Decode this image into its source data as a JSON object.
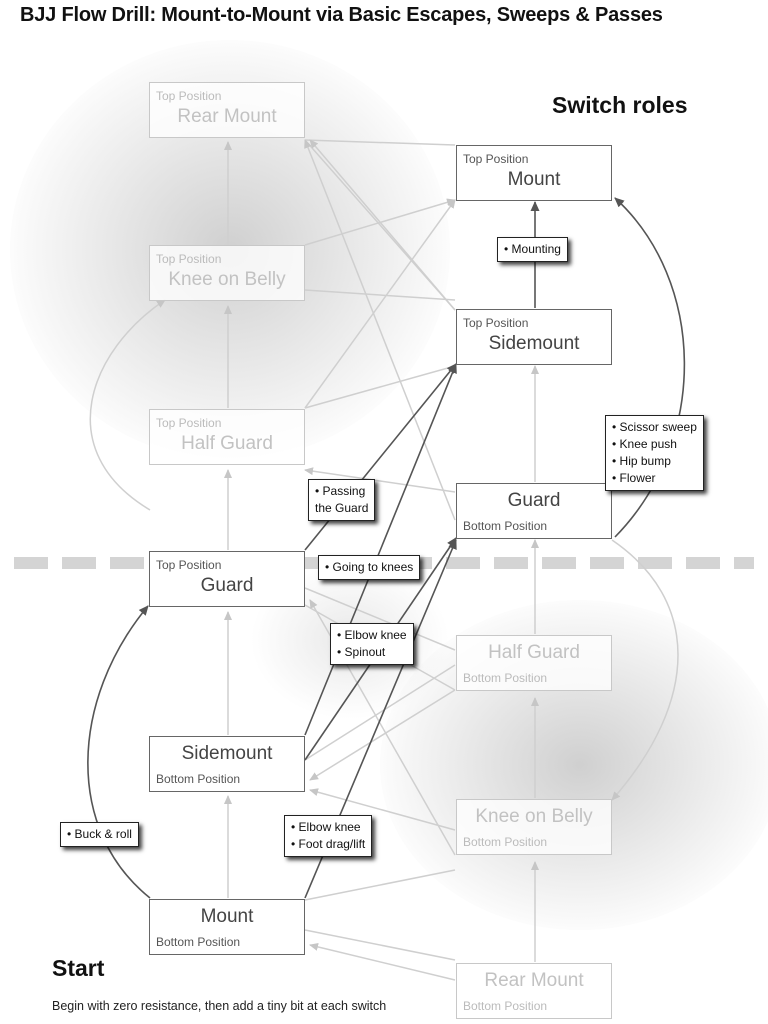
{
  "title": "BJJ Flow Drill: Mount-to-Mount via Basic Escapes, Sweeps & Passes",
  "switch_roles": "Switch roles",
  "start": {
    "heading": "Start",
    "note": "Begin with zero resistance, then add a tiny bit at each switch"
  },
  "positions": {
    "top_rear_mount": {
      "role": "Top Position",
      "name": "Rear Mount"
    },
    "top_knee_on_belly": {
      "role": "Top Position",
      "name": "Knee on Belly"
    },
    "top_half_guard": {
      "role": "Top Position",
      "name": "Half Guard"
    },
    "top_guard": {
      "role": "Top Position",
      "name": "Guard"
    },
    "top_mount": {
      "role": "Top Position",
      "name": "Mount"
    },
    "top_sidemount": {
      "role": "Top Position",
      "name": "Sidemount"
    },
    "bottom_guard": {
      "role": "Bottom Position",
      "name": "Guard"
    },
    "bottom_half_guard": {
      "role": "Bottom Position",
      "name": "Half Guard"
    },
    "bottom_sidemount": {
      "role": "Bottom Position",
      "name": "Sidemount"
    },
    "bottom_knee_on_belly": {
      "role": "Bottom Position",
      "name": "Knee on Belly"
    },
    "bottom_mount": {
      "role": "Bottom Position",
      "name": "Mount"
    },
    "bottom_rear_mount": {
      "role": "Bottom Position",
      "name": "Rear Mount"
    }
  },
  "techniques": {
    "mounting": [
      "Mounting"
    ],
    "sweeps": [
      "Scissor sweep",
      "Knee push",
      "Hip bump",
      "Flower"
    ],
    "passing": [
      "Passing",
      "the Guard"
    ],
    "going_to_knees": [
      "Going to knees"
    ],
    "elbow_spinout": [
      "Elbow knee",
      "Spinout"
    ],
    "buck_roll": [
      "Buck & roll"
    ],
    "elbow_foot": [
      "Elbow knee",
      "Foot drag/lift"
    ]
  }
}
